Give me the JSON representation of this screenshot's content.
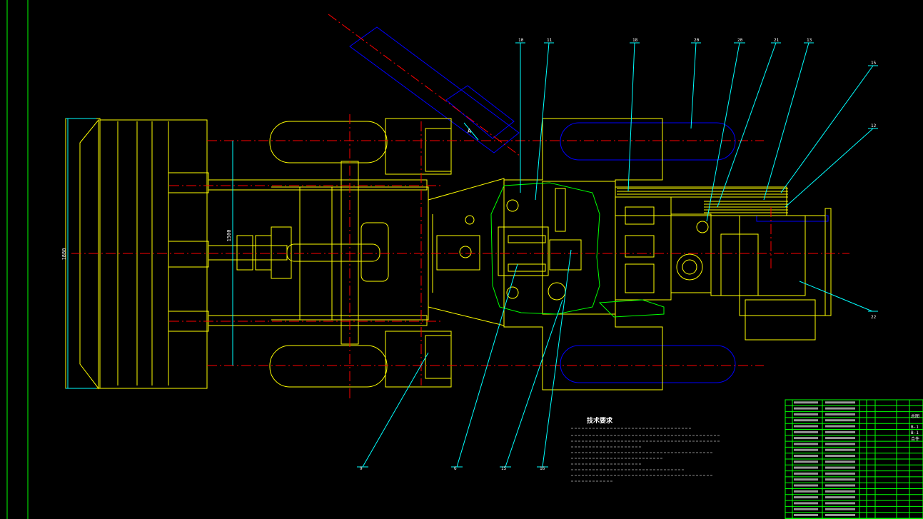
{
  "colors": {
    "background": "#000000",
    "outline": "#ffff00",
    "center_line": "#ff0000",
    "leader": "#00ffff",
    "hidden": "#0000ff",
    "frame": "#00ff00",
    "text": "#ffffff"
  },
  "callouts": {
    "c1": "10",
    "c2": "11",
    "c3": "18",
    "c4": "20",
    "c5": "20",
    "c6": "21",
    "c7": "13",
    "c8": "15",
    "c9": "12",
    "c10": "22",
    "c11": "9",
    "c12": "6",
    "c13": "15",
    "c14": "16"
  },
  "dimensions": {
    "overall_width": "1880",
    "track_width": "1500",
    "angle": "A"
  },
  "notes": {
    "title": "技术要求"
  },
  "title_block": {
    "right_a": "总图",
    "right_b": "B-1",
    "right_c": "B-1",
    "right_d": "合件"
  }
}
